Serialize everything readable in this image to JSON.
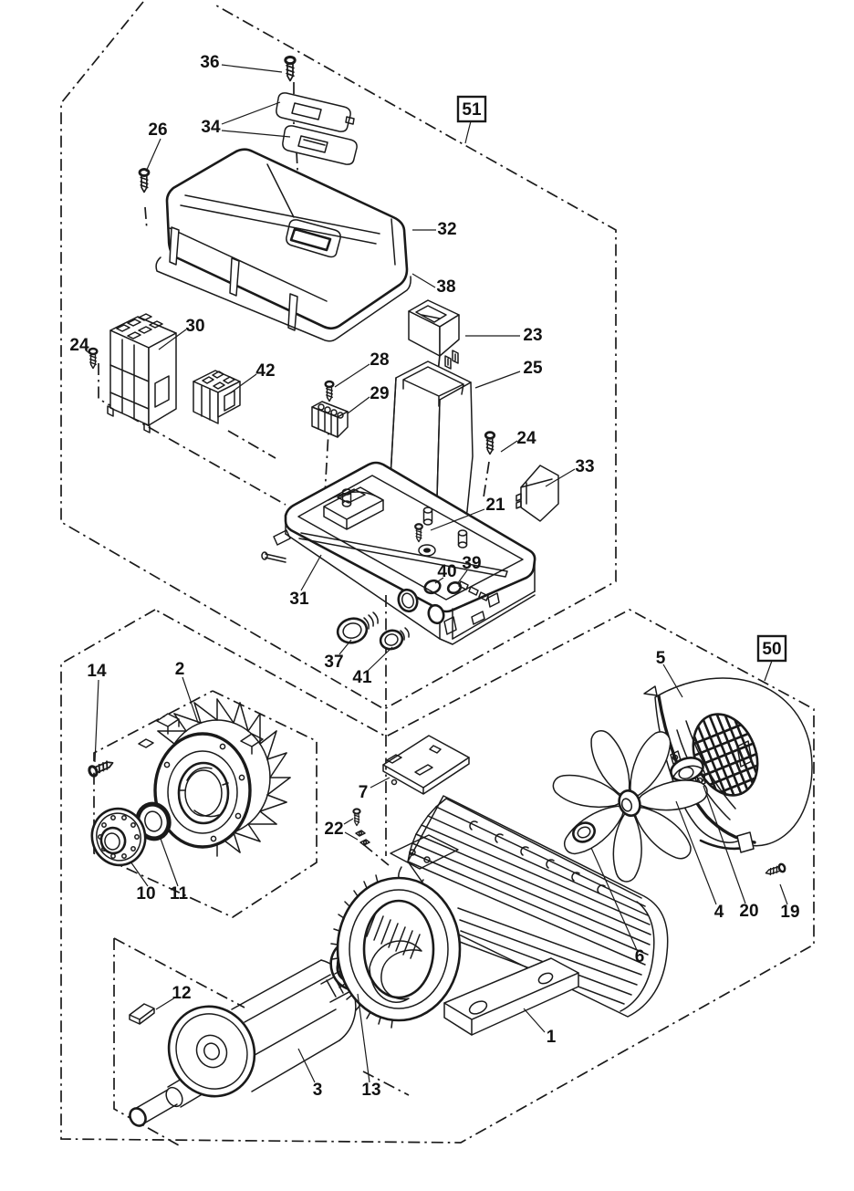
{
  "diagram": {
    "figure_type": "exploded parts diagram",
    "subject": "electric motor with control box",
    "background_color": "#ffffff",
    "ink_color": "#1a1a1a"
  },
  "group_boxes": {
    "b51": "51",
    "b50": "50"
  },
  "labels": {
    "l36": "36",
    "l26": "26",
    "l34": "34",
    "l32": "32",
    "l38": "38",
    "l30": "30",
    "l24a": "24",
    "l42": "42",
    "l28": "28",
    "l29": "29",
    "l23": "23",
    "l25": "25",
    "l24b": "24",
    "l33": "33",
    "l21": "21",
    "l31": "31",
    "l40": "40",
    "l39": "39",
    "l37": "37",
    "l41": "41",
    "l14": "14",
    "l2": "2",
    "l10": "10",
    "l11": "11",
    "l12": "12",
    "l3": "3",
    "l13": "13",
    "l7": "7",
    "l22": "22",
    "l1": "1",
    "l5": "5",
    "l4": "4",
    "l20": "20",
    "l19": "19",
    "l6": "6"
  }
}
